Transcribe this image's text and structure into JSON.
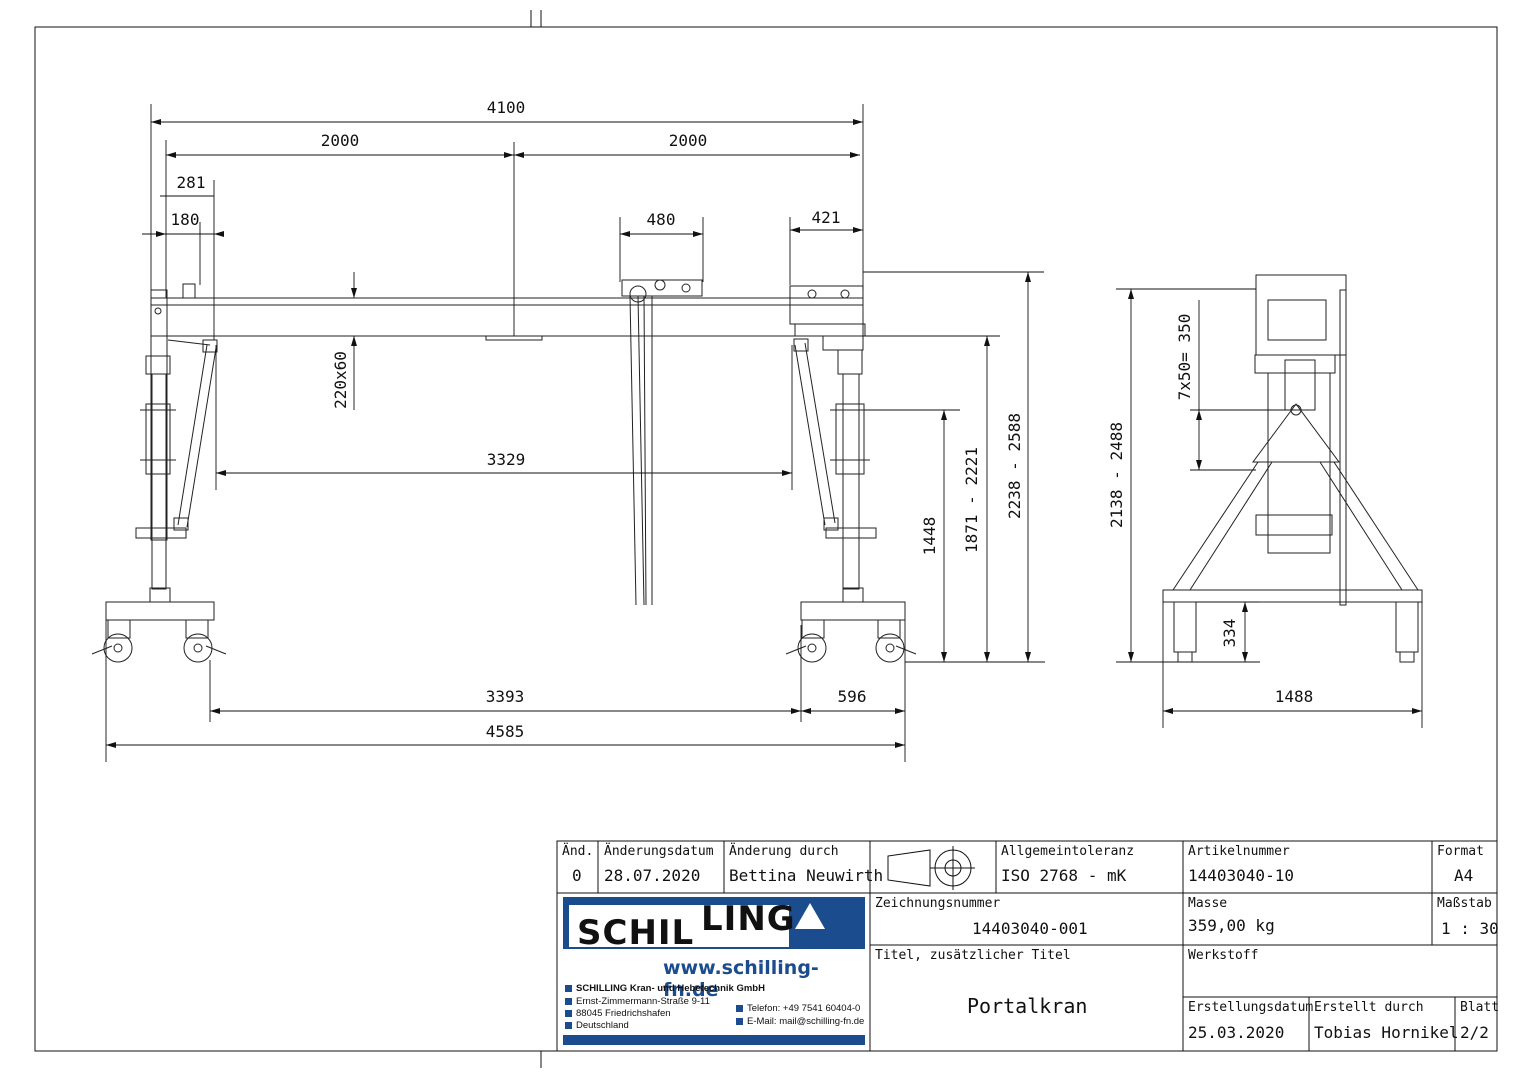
{
  "dimensions": {
    "front": [
      "4100",
      "2000",
      "2000",
      "281",
      "180",
      "480",
      "421",
      "220x60",
      "3329",
      "1448",
      "1871 - 2221",
      "2238 - 2588",
      "3393",
      "596",
      "4585"
    ],
    "side": [
      "7x50= 350",
      "2138 - 2488",
      "334",
      "1488"
    ]
  },
  "title_block": {
    "aend_label": "Änd.",
    "aend_value": "0",
    "datum_label": "Änderungsdatum",
    "datum_value": "28.07.2020",
    "durch_label": "Änderung durch",
    "durch_value": "Bettina Neuwirth",
    "tol_label": "Allgemeintoleranz",
    "tol_value": "ISO 2768 - mK",
    "art_label": "Artikelnummer",
    "art_value": "14403040-10",
    "format_label": "Format",
    "format_value": "A4",
    "zeich_label": "Zeichnungsnummer",
    "zeich_value": "14403040-001",
    "masse_label": "Masse",
    "masse_value": "359,00 kg",
    "massstab_label": "Maßstab",
    "massstab_value": "1 : 30",
    "titel_label": "Titel, zusätzlicher Titel",
    "titel_value": "Portalkran",
    "werkstoff_label": "Werkstoff",
    "erst_datum_label": "Erstellungsdatum",
    "erst_datum_value": "25.03.2020",
    "erst_durch_label": "Erstellt durch",
    "erst_durch_value": "Tobias Hornikel",
    "blatt_label": "Blatt",
    "blatt_value": "2/2"
  },
  "logo": {
    "part1": "SCHIL",
    "part2": "LING",
    "url": "www.schilling-fn.de",
    "company": "SCHILLING Kran- und Hebetechnik GmbH",
    "street": "Ernst-Zimmermann-Straße 9-11",
    "city": "88045 Friedrichshafen",
    "country": "Deutschland",
    "phone": "Telefon: +49 7541 60404-0",
    "email": "E-Mail: mail@schilling-fn.de",
    "brand_color": "#1a4c8e"
  }
}
